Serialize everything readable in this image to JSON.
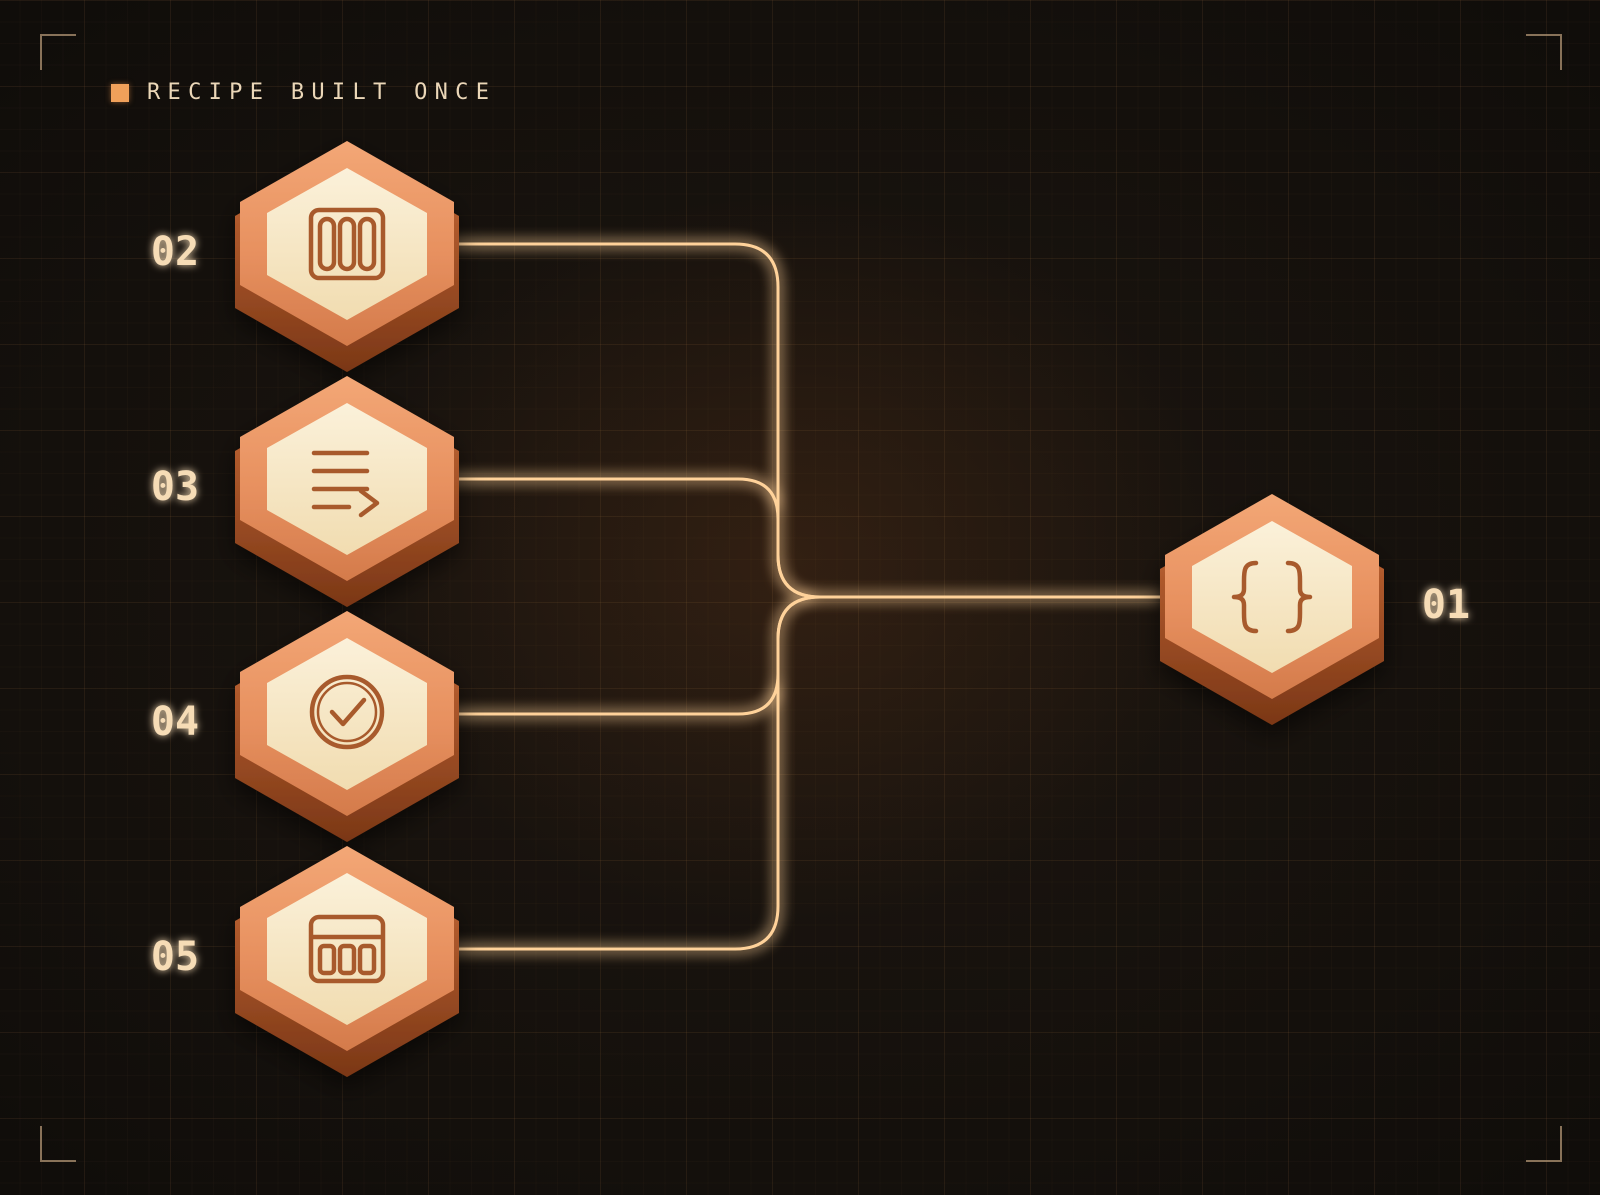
{
  "header": {
    "title": "RECIPE BUILT ONCE",
    "marker_color": "#f0a05a"
  },
  "colors": {
    "wire": "#ffd29a",
    "hex_outer": "#e98f5d",
    "hex_inner": "#f7e7c6",
    "icon_stroke": "#a85a2c",
    "label": "#f6dcb6"
  },
  "nodes": [
    {
      "id": "target",
      "label": "01",
      "icon": "braces-icon"
    },
    {
      "id": "step-2",
      "label": "02",
      "icon": "columns-icon"
    },
    {
      "id": "step-3",
      "label": "03",
      "icon": "list-arrow-icon"
    },
    {
      "id": "step-4",
      "label": "04",
      "icon": "check-circle-icon"
    },
    {
      "id": "step-5",
      "label": "05",
      "icon": "table-layout-icon"
    }
  ],
  "edges": [
    {
      "from": "step-2",
      "to": "target"
    },
    {
      "from": "step-3",
      "to": "target"
    },
    {
      "from": "step-4",
      "to": "target"
    },
    {
      "from": "step-5",
      "to": "target"
    }
  ]
}
